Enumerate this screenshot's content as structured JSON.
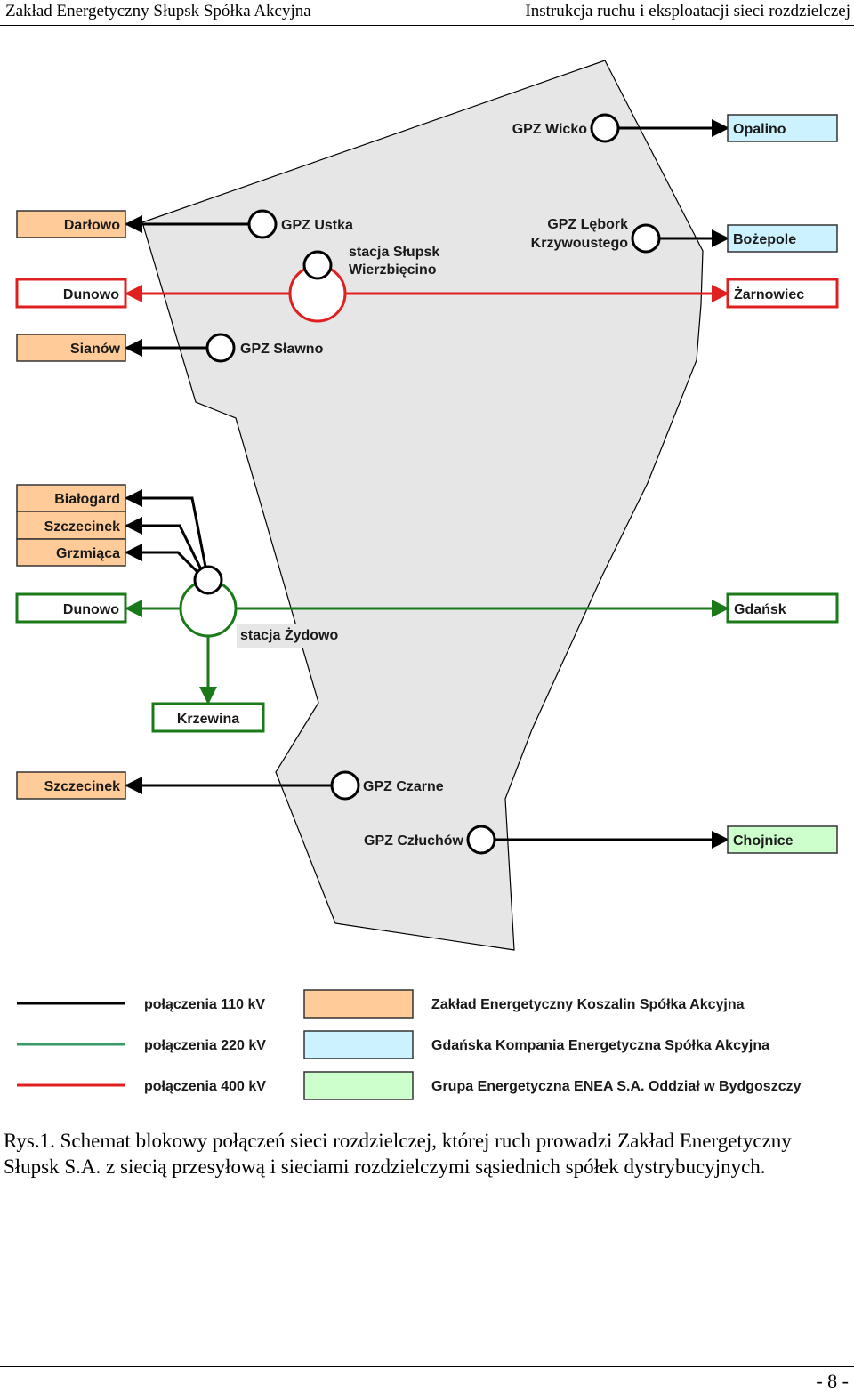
{
  "header": {
    "left": "Zakład Energetyczny Słupsk Spółka Akcyjna",
    "right": "Instrukcja ruchu i eksploatacji sieci rozdzielczej"
  },
  "colors": {
    "line_110": "#000000",
    "line_220": "#1a7a1a",
    "line_400": "#e02020",
    "legend_220_swatch": "#3a9a6a",
    "koszalin_fill": "#ffcc99",
    "gdansk_fill": "#ccf2ff",
    "enea_fill": "#ccffcc",
    "region_fill": "#e6e6e6"
  },
  "stations": {
    "gpz_wicko": "GPZ Wicko",
    "gpz_ustka": "GPZ Ustka",
    "gpz_lebork_line1": "GPZ Lębork",
    "gpz_lebork_line2": "Krzywoustego",
    "slupsk_line1": "stacja Słupsk",
    "slupsk_line2": "Wierzbięcino",
    "gpz_slawno": "GPZ Sławno",
    "zydowo": "stacja Żydowo",
    "gpz_czarne": "GPZ Czarne",
    "gpz_czluchow": "GPZ Człuchów"
  },
  "boxes": {
    "opalino": "Opalino",
    "darlowo": "Darłowo",
    "bozepole": "Bożepole",
    "dunowo_400": "Dunowo",
    "zarnowiec": "Żarnowiec",
    "sianow": "Sianów",
    "bialogard": "Białogard",
    "szczecinek_1": "Szczecinek",
    "grzmiaca": "Grzmiąca",
    "dunowo_220": "Dunowo",
    "gdansk": "Gdańsk",
    "krzewina": "Krzewina",
    "szczecinek_2": "Szczecinek",
    "chojnice": "Chojnice"
  },
  "legend": {
    "line_110": "połączenia 110 kV",
    "line_220": "połączenia 220 kV",
    "line_400": "połączenia 400 kV",
    "koszalin": "Zakład Energetyczny Koszalin Spółka Akcyjna",
    "gdansk": "Gdańska Kompania Energetyczna Spółka Akcyjna",
    "enea": "Grupa Energetyczna ENEA S.A. Oddział w Bydgoszczy"
  },
  "caption": "Rys.1. Schemat blokowy połączeń sieci rozdzielczej, której ruch prowadzi Zakład Energetyczny Słupsk S.A. z siecią przesyłową i sieciami rozdzielczymi sąsiednich spółek dystrybucyjnych.",
  "page_number": "- 8 -"
}
